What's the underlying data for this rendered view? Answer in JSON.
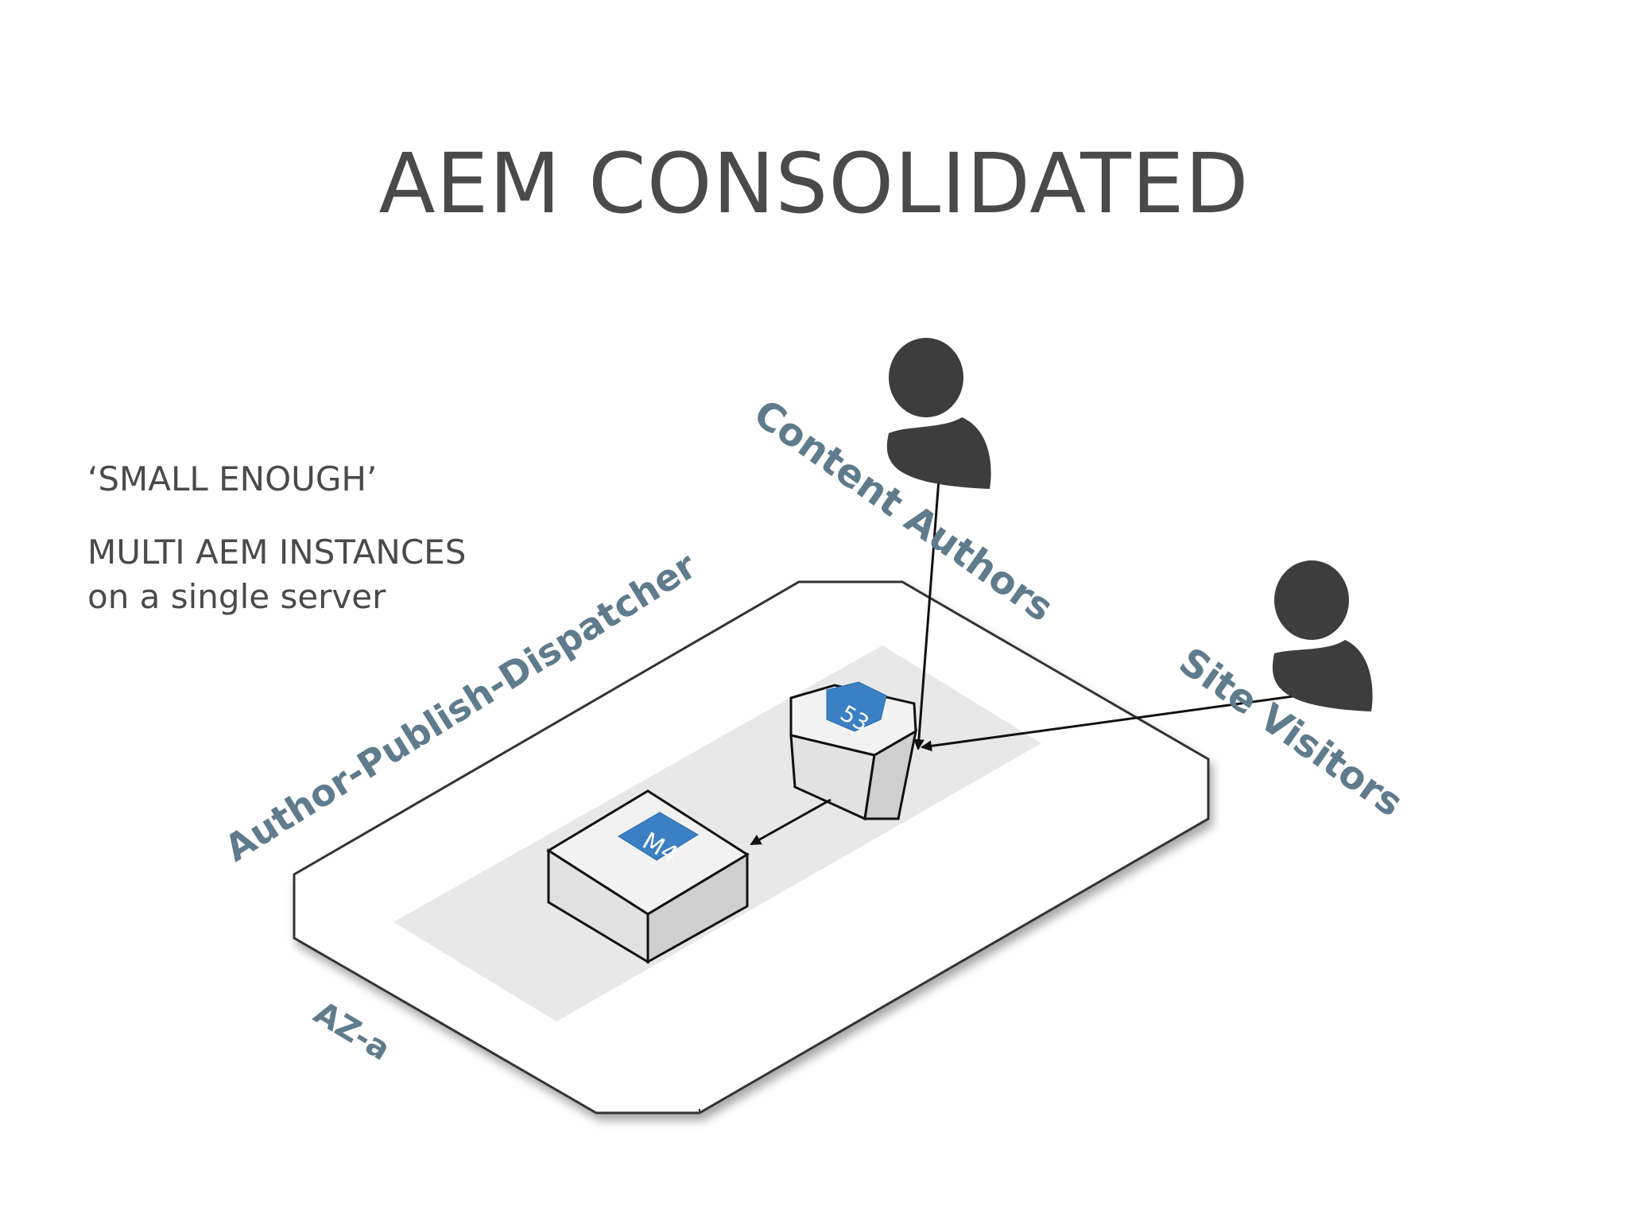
{
  "slide": {
    "title": "AEM CONSOLIDATED",
    "bullets": {
      "line1": "‘SMALL ENOUGH’",
      "line2": "MULTI AEM INSTANCES",
      "line3": "on a single server"
    }
  },
  "diagram": {
    "zone_label": "AZ-a",
    "group_label": "Author-Publish-Dispatcher",
    "user_top_label": "Content Authors",
    "user_right_label": "Site Visitors",
    "route53_badge": "53",
    "instance_badge": "M4",
    "colors": {
      "label": "#5f7b8c",
      "badge": "#3b7fc4",
      "user": "#3d3d3d",
      "title_text": "#4a4a4a"
    },
    "icons": [
      "user-icon",
      "route53-icon",
      "instance-icon",
      "arrow-icon"
    ]
  }
}
